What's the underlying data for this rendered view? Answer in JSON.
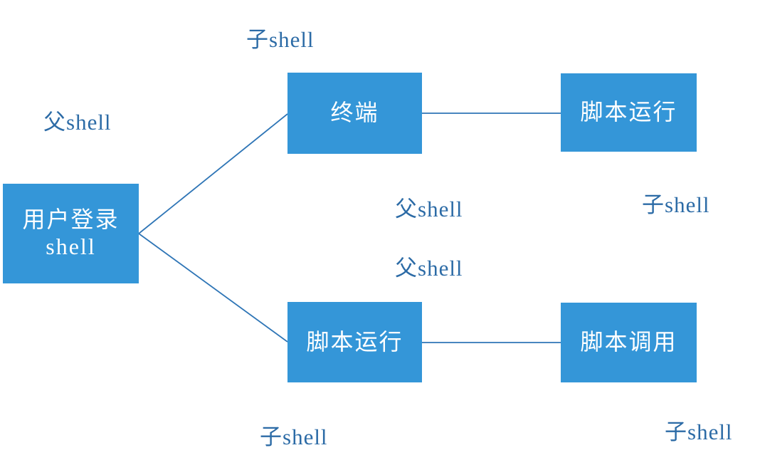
{
  "diagram": {
    "title_hint": "shell parent-child relationship diagram",
    "colors": {
      "background": "#ffffff",
      "box_fill": "#3496d8",
      "box_text": "#ffffff",
      "connector": "#2e75b6",
      "label_text": "#2c6ba6"
    },
    "nodes": [
      {
        "id": "user-login-shell",
        "label": "用户登录\nshell"
      },
      {
        "id": "terminal",
        "label": "终端"
      },
      {
        "id": "script-run-top",
        "label": "脚本运行"
      },
      {
        "id": "script-run-bottom",
        "label": "脚本运行"
      },
      {
        "id": "script-call",
        "label": "脚本调用"
      }
    ],
    "labels": [
      {
        "id": "child-shell-top",
        "text": "子shell"
      },
      {
        "id": "parent-shell-left",
        "text": "父shell"
      },
      {
        "id": "parent-shell-mid-upper",
        "text": "父shell"
      },
      {
        "id": "parent-shell-mid-lower",
        "text": "父shell"
      },
      {
        "id": "child-shell-right",
        "text": "子shell"
      },
      {
        "id": "child-shell-bottom-middle",
        "text": "子shell"
      },
      {
        "id": "child-shell-bottom-right",
        "text": "子shell"
      }
    ],
    "edges": [
      {
        "from": "user-login-shell",
        "to": "terminal"
      },
      {
        "from": "user-login-shell",
        "to": "script-run-bottom"
      },
      {
        "from": "terminal",
        "to": "script-run-top"
      },
      {
        "from": "script-run-bottom",
        "to": "script-call"
      }
    ]
  }
}
